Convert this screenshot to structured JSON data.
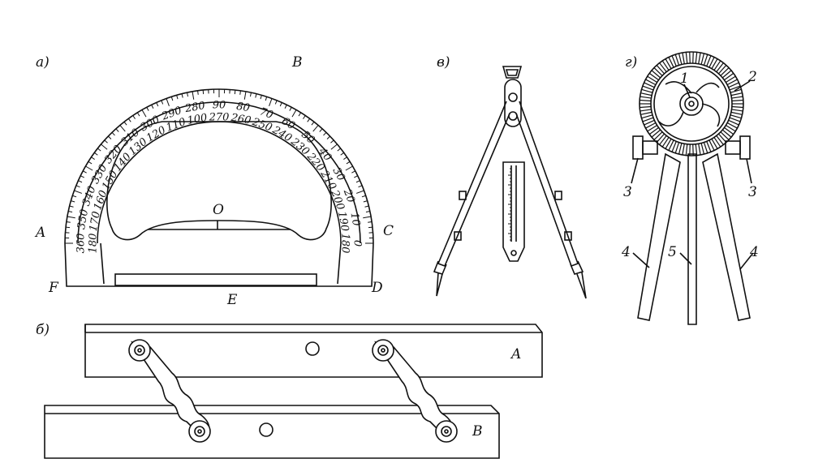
{
  "panels": {
    "protractor": {
      "panel_label": "а)",
      "points": {
        "A": "A",
        "B": "B",
        "C": "C",
        "D": "D",
        "E": "E",
        "F": "F",
        "O": "O"
      },
      "outer_scale": [
        "360",
        "350",
        "340",
        "330",
        "320",
        "310",
        "300",
        "290",
        "280",
        "90",
        "80",
        "70",
        "60",
        "50",
        "40",
        "30",
        "20",
        "10",
        "0"
      ],
      "inner_scale": [
        "180",
        "170",
        "160",
        "150",
        "140",
        "130",
        "120",
        "110",
        "100",
        "270",
        "260",
        "250",
        "240",
        "230",
        "220",
        "210",
        "200",
        "190",
        "180"
      ]
    },
    "parallel_ruler": {
      "panel_label": "б)",
      "labels": {
        "top": "A",
        "bottom": "B"
      }
    },
    "dividers": {
      "panel_label": "в)"
    },
    "proportional_dividers": {
      "panel_label": "г)",
      "parts": {
        "p1": "1",
        "p2": "2",
        "p3_left": "3",
        "p3_right": "3",
        "p4_left": "4",
        "p4_right": "4",
        "p5": "5"
      }
    }
  }
}
